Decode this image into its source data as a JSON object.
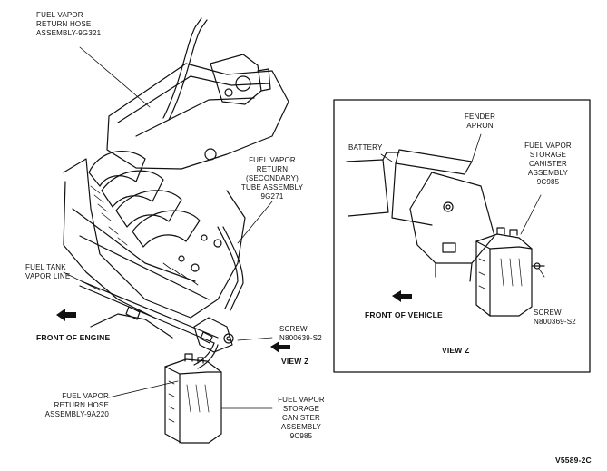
{
  "colors": {
    "ink": "#111111",
    "background": "#ffffff",
    "shade": "#444444"
  },
  "labels": {
    "hose_9g321": "FUEL VAPOR\nRETURN HOSE\nASSEMBLY-9G321",
    "tube_9g271": "FUEL VAPOR\nRETURN\n(SECONDARY)\nTUBE ASSEMBLY\n9G271",
    "tank_vapor_line": "FUEL TANK\nVAPOR LINE",
    "front_engine": "FRONT OF ENGINE",
    "screw_main": "SCREW\nN800639-S2",
    "view_z_arrow": "VIEW Z",
    "hose_9a220": "FUEL VAPOR\nRETURN HOSE\nASSEMBLY-9A220",
    "canister_main": "FUEL VAPOR\nSTORAGE\nCANISTER\nASSEMBLY\n9C985",
    "figure_id": "V5589-2C"
  },
  "inset": {
    "battery": "BATTERY",
    "fender_apron": "FENDER\nAPRON",
    "canister": "FUEL VAPOR\nSTORAGE\nCANISTER\nASSEMBLY\n9C985",
    "screw": "SCREW\nN800369-S2",
    "front_vehicle": "FRONT OF VEHICLE",
    "view_title": "VIEW Z"
  },
  "icons": [
    "front-arrow-icon",
    "view-z-arrow-icon",
    "front-vehicle-arrow-icon"
  ]
}
